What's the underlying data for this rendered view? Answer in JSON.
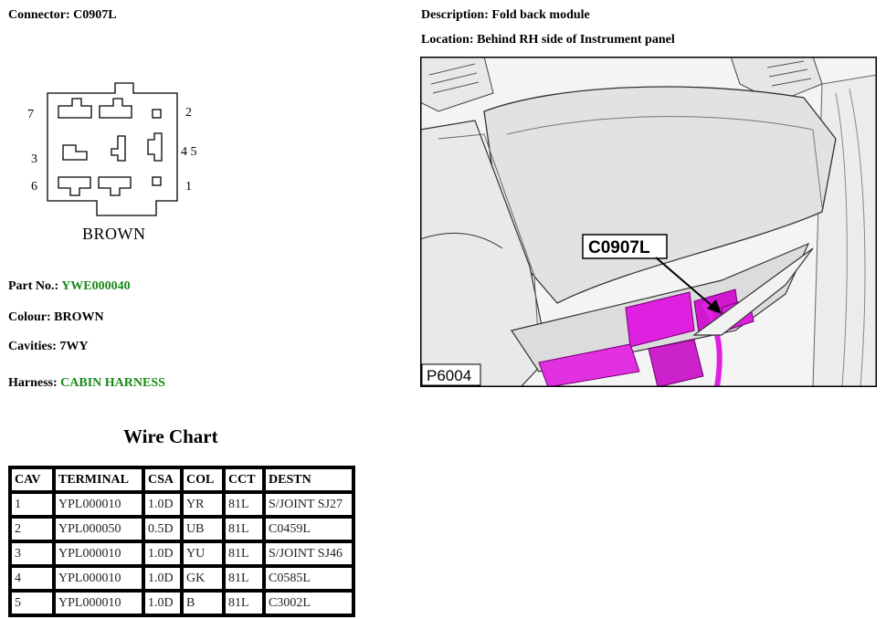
{
  "connector": {
    "label": "Connector:",
    "value": "C0907L"
  },
  "description": {
    "label": "Description:",
    "value": "Fold back module"
  },
  "location": {
    "label": "Location:",
    "value": "Behind RH side of Instrument panel"
  },
  "diagram": {
    "pins": {
      "p7": "7",
      "p2": "2",
      "p3": "3",
      "p45": "4 5",
      "p6": "6",
      "p1": "1"
    },
    "colour_text": "BROWN"
  },
  "part_no": {
    "label": "Part No.:",
    "value": "YWE000040"
  },
  "colour": {
    "label": "Colour:",
    "value": "BROWN"
  },
  "cavities": {
    "label": "Cavities:",
    "value": "7WY"
  },
  "harness": {
    "label": "Harness:",
    "value": "CABIN HARNESS"
  },
  "illustration": {
    "callout": "C0907L",
    "figure_id": "P6004"
  },
  "wire_chart": {
    "title": "Wire Chart",
    "headers": [
      "CAV",
      "TERMINAL",
      "CSA",
      "COL",
      "CCT",
      "DESTN"
    ],
    "rows": [
      [
        "1",
        "YPL000010",
        "1.0D",
        "YR",
        "81L",
        "S/JOINT SJ27"
      ],
      [
        "2",
        "YPL000050",
        "0.5D",
        "UB",
        "81L",
        "C0459L"
      ],
      [
        "3",
        "YPL000010",
        "1.0D",
        "YU",
        "81L",
        "S/JOINT SJ46"
      ],
      [
        "4",
        "YPL000010",
        "1.0D",
        "GK",
        "81L",
        "C0585L"
      ],
      [
        "5",
        "YPL000010",
        "1.0D",
        "B",
        "81L",
        "C3002L"
      ]
    ]
  },
  "colors": {
    "green": "#1a8a1a",
    "magenta": "#e020e0"
  }
}
